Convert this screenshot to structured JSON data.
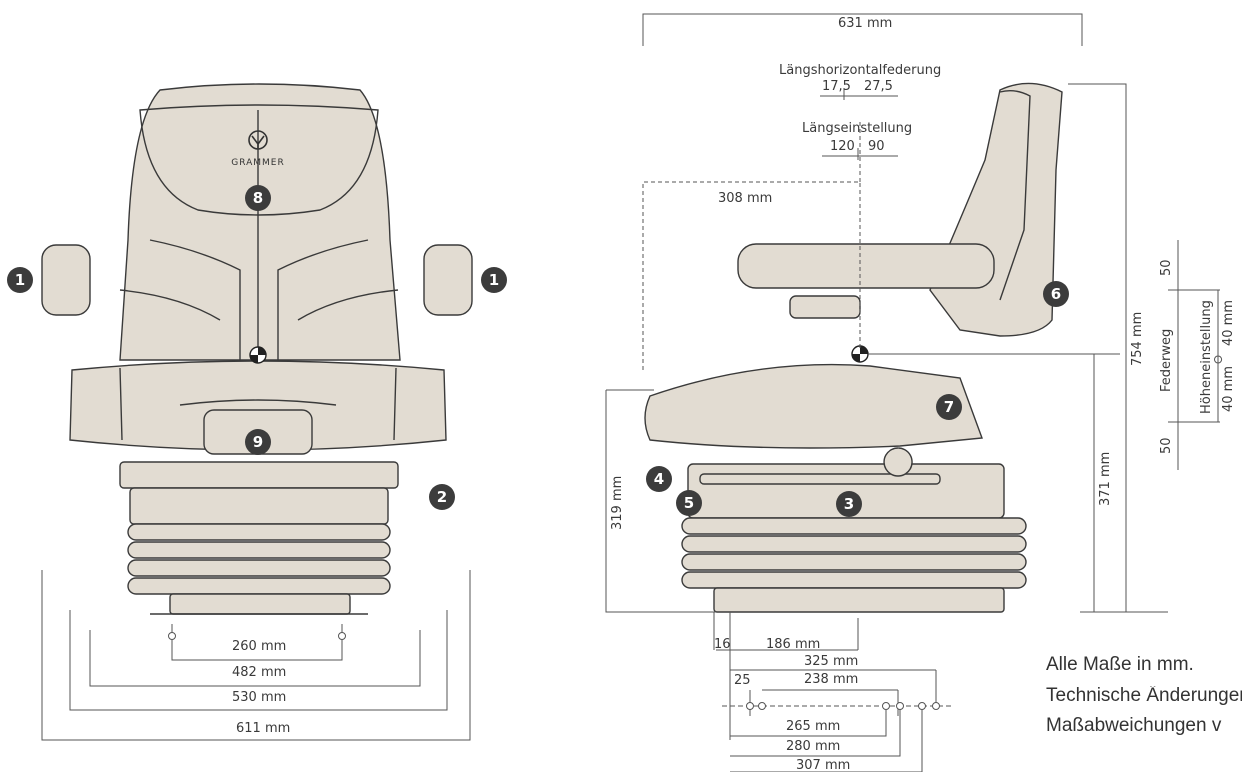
{
  "brand": "GRAMMER",
  "colors": {
    "seat_fill": "#e2dcd2",
    "seat_stroke": "#3a3a3a",
    "badge": "#3c3c3c",
    "dimension_line": "#555555"
  },
  "front_view": {
    "dimensions": [
      "260 mm",
      "482 mm",
      "530 mm",
      "611 mm"
    ]
  },
  "side_view": {
    "dimensions": {
      "depth_total": "631 mm",
      "depth_308": "308 mm",
      "height_754": "754 mm",
      "height_371": "371 mm",
      "height_319": "319 mm",
      "offset_16": "16",
      "offset_186": "186 mm",
      "width_325": "325 mm",
      "offset_25": "25",
      "width_238": "238 mm",
      "width_265": "265 mm",
      "width_280": "280 mm",
      "width_307": "307 mm"
    },
    "horizontal_suspension": {
      "label": "Längshorizontalfederung",
      "left": "17,5",
      "right": "27,5"
    },
    "fore_aft": {
      "label": "Längseinstellung",
      "left": "120",
      "right": "90"
    },
    "suspension_travel": {
      "label": "Federweg",
      "top": "50",
      "bottom": "50"
    },
    "height_adjustment": {
      "label": "Höheneinstellung",
      "top": "40 mm",
      "bottom": "40 mm"
    }
  },
  "callouts": [
    "1",
    "1",
    "2",
    "3",
    "4",
    "5",
    "6",
    "7",
    "8",
    "9"
  ],
  "notes": [
    "Alle Maße in mm.",
    "Technische Änderungen",
    "Maßabweichungen v"
  ]
}
